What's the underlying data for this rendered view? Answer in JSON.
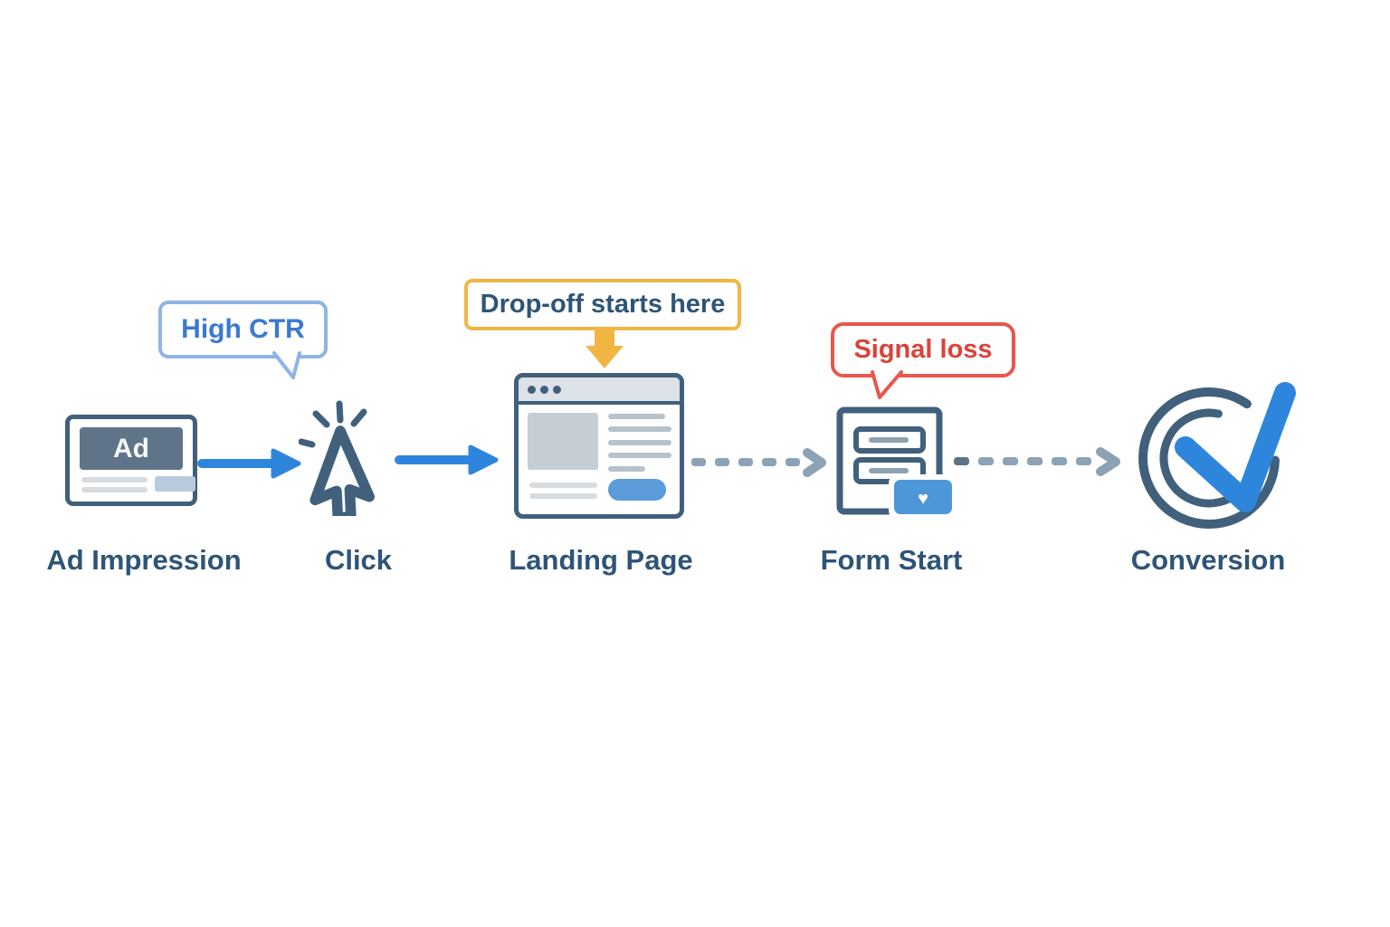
{
  "diagram": {
    "steps": [
      {
        "id": "ad-impression",
        "label": "Ad Impression",
        "icon": "ad-card-icon"
      },
      {
        "id": "click",
        "label": "Click",
        "icon": "cursor-click-icon"
      },
      {
        "id": "landing-page",
        "label": "Landing Page",
        "icon": "browser-window-icon"
      },
      {
        "id": "form-start",
        "label": "Form Start",
        "icon": "form-icon"
      },
      {
        "id": "conversion",
        "label": "Conversion",
        "icon": "check-circle-icon"
      }
    ],
    "callouts": [
      {
        "id": "high-ctr",
        "text": "High CTR",
        "style": "blue",
        "points_to": "click"
      },
      {
        "id": "drop-off",
        "text": "Drop-off starts here",
        "style": "amber",
        "points_to": "landing-page"
      },
      {
        "id": "signal-loss",
        "text": "Signal loss",
        "style": "red",
        "points_to": "form-start"
      }
    ],
    "ad_card_text": "Ad",
    "connectors": [
      {
        "from": "ad-impression",
        "to": "click",
        "style": "solid",
        "color": "#2E86DC"
      },
      {
        "from": "click",
        "to": "landing-page",
        "style": "solid",
        "color": "#2E86DC"
      },
      {
        "from": "landing-page",
        "to": "form-start",
        "style": "dashed",
        "color": "#8CA2B5"
      },
      {
        "from": "form-start",
        "to": "conversion",
        "style": "dashed",
        "color": "#8CA2B5"
      }
    ]
  },
  "icons": {
    "heart_glyph": "♥",
    "list": [
      "ad-card-icon",
      "cursor-click-icon",
      "browser-window-icon",
      "form-icon",
      "check-circle-icon",
      "arrow-right-icon",
      "dashed-arrow-icon",
      "arrow-down-icon",
      "speech-bubble-tail"
    ]
  },
  "colors": {
    "bg": "#ffffff",
    "slate": "#41607C",
    "label_text": "#2E5478",
    "accent_blue": "#2E86DC",
    "bubble_blue_border": "#8FB4E6",
    "bubble_blue_text": "#3B79D1",
    "amber": "#F2B544",
    "red": "#E8564C",
    "red_text": "#DC4238",
    "dash_gray": "#8CA2B5",
    "dash_gray_dark": "#5C7488",
    "gray_line": "#D7DCE1",
    "blue_gray_line": "#B7C2CC",
    "blue_chip": "#B8CBDB",
    "img_block": "#C5CDD5",
    "header_gray": "#DCE2E8",
    "btn_blue": "#5B9BD9",
    "form_btn_blue": "#4D96D8",
    "field_bar": "#8EA2B2",
    "ad_box_bg": "#5F7488"
  }
}
